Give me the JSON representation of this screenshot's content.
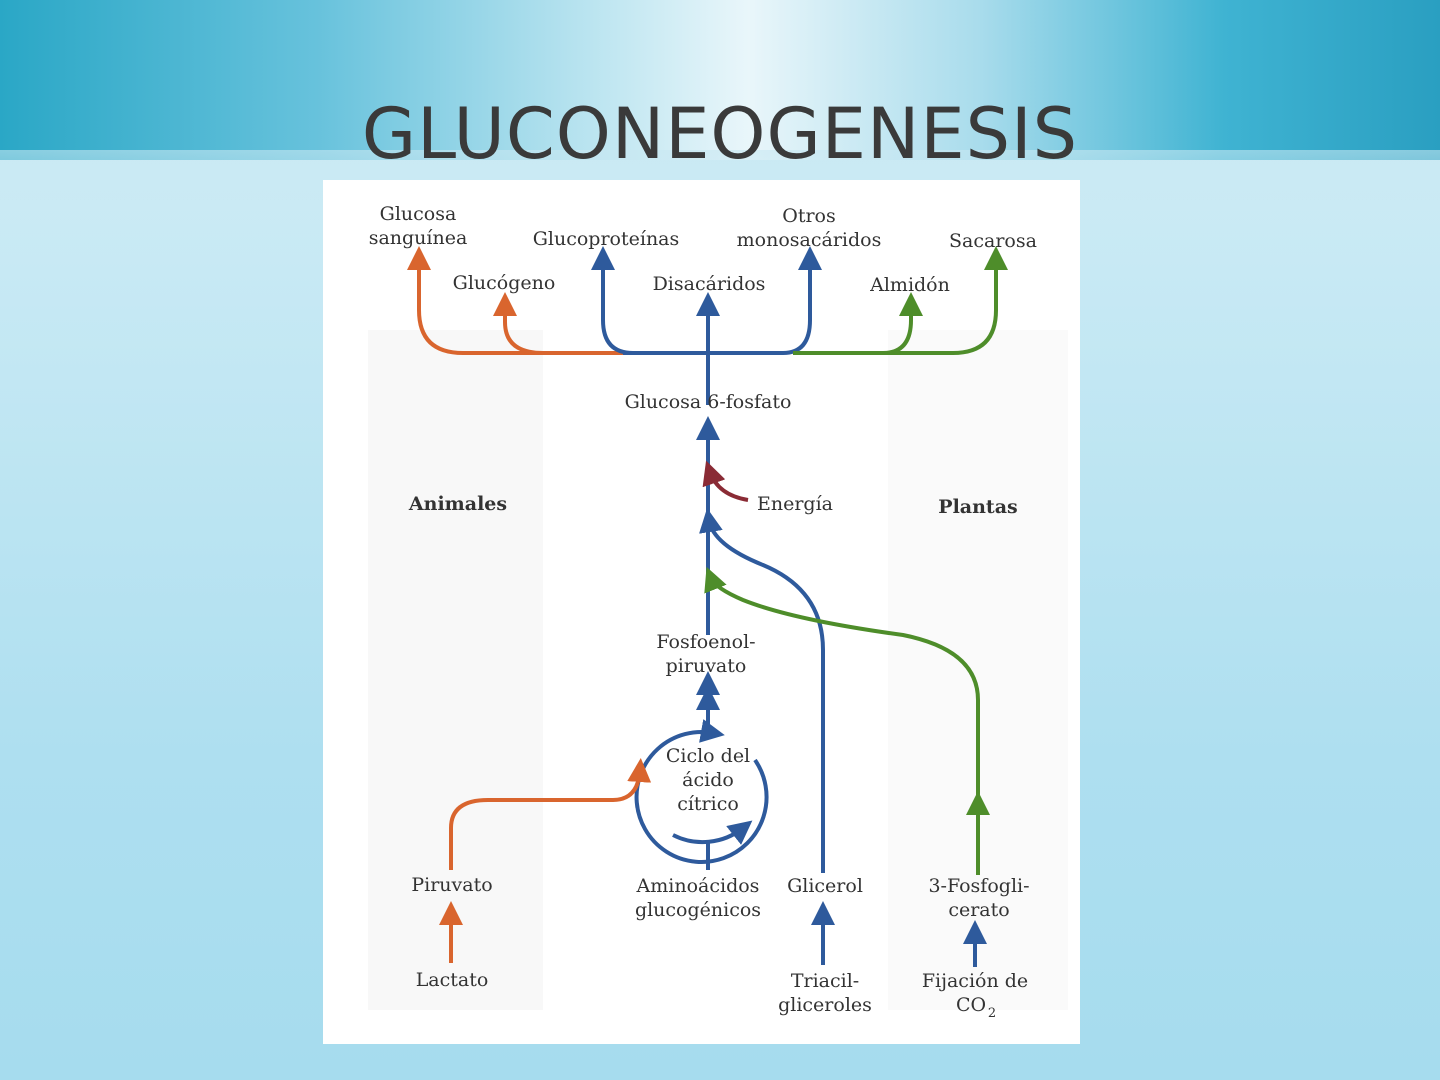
{
  "title": "GLUCONEOGENESIS",
  "colors": {
    "orange": "#d9652e",
    "blue": "#2e5a9c",
    "green": "#4e8d2a",
    "maroon": "#8a2b35"
  },
  "diagram": {
    "products": {
      "glucosa_sanguinea": [
        "Glucosa",
        "sanguínea"
      ],
      "glucogeno": "Glucógeno",
      "glucoproteinas": "Glucoproteínas",
      "disacaridos": "Disacáridos",
      "otros_monosacaridos": [
        "Otros",
        "monosacáridos"
      ],
      "almidon": "Almidón",
      "sacarosa": "Sacarosa"
    },
    "glucosa_6_fosfato": "Glucosa 6-fosfato",
    "energia": "Energía",
    "animales": "Animales",
    "plantas": "Plantas",
    "fosfoenolpiruvato": [
      "Fosfoenol-",
      "piruvato"
    ],
    "ciclo": [
      "Ciclo del",
      "ácido",
      "cítrico"
    ],
    "piruvato": "Piruvato",
    "lactato": "Lactato",
    "aminoacidos": [
      "Aminoácidos",
      "glucogénicos"
    ],
    "glicerol": "Glicerol",
    "triacilgliceroles": [
      "Triacil-",
      "gliceroles"
    ],
    "fosfoglicerato": [
      "3-Fosfogli-",
      "cerato"
    ],
    "fijacion": [
      "Fijación de",
      "CO",
      "2"
    ]
  }
}
